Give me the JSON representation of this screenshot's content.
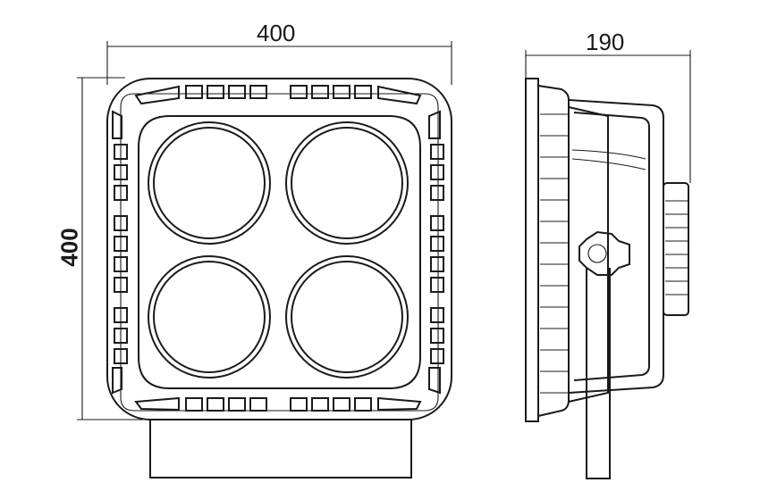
{
  "dimensions": {
    "front_width": "400",
    "front_height": "400",
    "side_depth": "190"
  },
  "colors": {
    "line": "#1a1a1a",
    "background": "#ffffff"
  }
}
